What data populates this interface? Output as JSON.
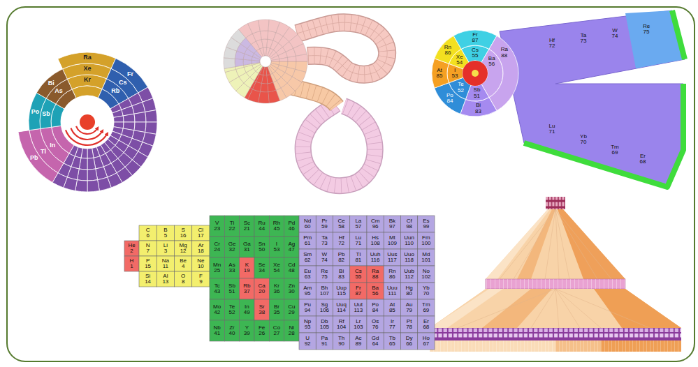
{
  "diagram": {
    "labels": [
      "He 2",
      "H 1",
      "C 6",
      "B 5",
      "S 16",
      "Cl 17",
      "N 7",
      "Li 3",
      "Mg 12",
      "Ar 18",
      "P 15",
      "Na 11",
      "Be 4",
      "Ne 10",
      "Si 14",
      "Al 13",
      "O 8",
      "F 9",
      "V 23",
      "Ti 22",
      "Sc 21",
      "Ru 44",
      "Rh 45",
      "Pd 46",
      "Cr 24",
      "Ge 32",
      "Ga 31",
      "Sn 50",
      "I 53",
      "Ag 47",
      "Mn 25",
      "As 33",
      "K 19",
      "Se 34",
      "Xe 54",
      "Cd 48",
      "Tc 43",
      "Sb 51",
      "Rb 37",
      "Ca 20",
      "Kr 36",
      "Zn 30",
      "Mo 42",
      "Te 52",
      "In 49",
      "Sr 38",
      "Br 35",
      "Cu 29",
      "Nb 41",
      "Zr 40",
      "Y 39",
      "Fe 26",
      "Co 27",
      "Ni 28",
      "Nd 60",
      "Pr 59",
      "Ce 58",
      "La 57",
      "Cm 96",
      "Bk 97",
      "Cf 98",
      "Es 99",
      "Pm 61",
      "Ta 73",
      "Hf 72",
      "Lu 71",
      "Hs 108",
      "Mt 109",
      "Uun 110",
      "Fm 100",
      "Sm 62",
      "W 74",
      "Pb 82",
      "Tl 81",
      "Uuh 116",
      "Uus 117",
      "Uuo 118",
      "Md 101",
      "Eu 63",
      "Re 75",
      "Bi 83",
      "Cs 55",
      "Ra 88",
      "Rn 86",
      "Uub 112",
      "No 102",
      "Am 95",
      "Bh 107",
      "Uup 115",
      "Fr 87",
      "Ba 56",
      "Uuu 111",
      "Hg 80",
      "Yb 70",
      "Pu 94",
      "Sg 106",
      "Uuq 114",
      "Uut 113",
      "Po 84",
      "At 85",
      "Au 79",
      "Tm 69",
      "Np 93",
      "Db 105",
      "Rf 104",
      "Lr 103",
      "Os 76",
      "Ir 77",
      "Pt 78",
      "Er 68",
      "U 92",
      "Pa 91",
      "Th 90",
      "Ac 89",
      "Gd 64",
      "Tb 65",
      "Dy 66",
      "Ho 67",
      "Ra",
      "Xe",
      "Kr",
      "Fr",
      "Cs",
      "Rb",
      "Pb",
      "Tl",
      "In",
      "Po",
      "Sb",
      "Bi",
      "As",
      "Fr 87",
      "Cs 55",
      "Ra 88",
      "Ba 56",
      "Bi 83",
      "Sb 51",
      "Po 84",
      "Te 52",
      "At 85",
      "I 53",
      "Rn 86",
      "Xe 54",
      "Hf 72",
      "Ta 73",
      "W 74",
      "Re 75",
      "Lu 71",
      "Yb 70",
      "Tm 69",
      "Er 68"
    ]
  }
}
